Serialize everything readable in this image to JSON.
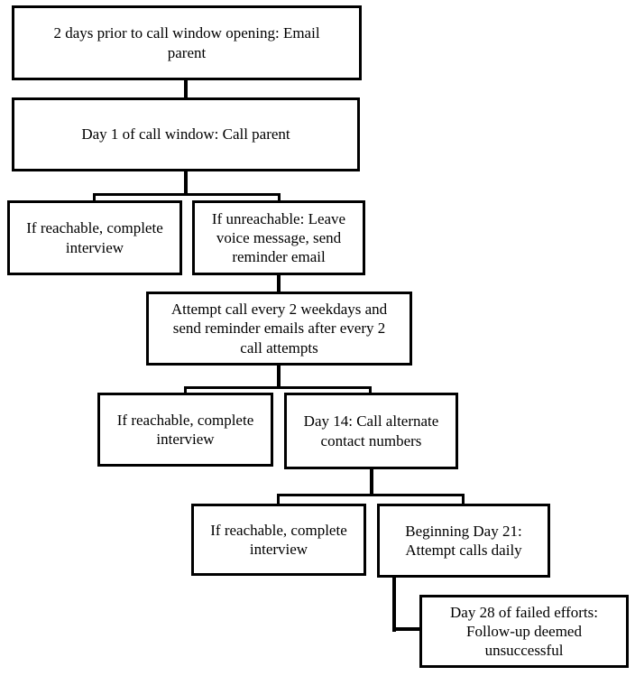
{
  "colors": {
    "background": "#ffffff",
    "box_border": "#000000",
    "text": "#000000",
    "connector": "#000000"
  },
  "nodes": {
    "email_parent": {
      "text": "2 days prior to call window opening: Email\nparent"
    },
    "day1_call": {
      "text": "Day 1 of call window: Call parent"
    },
    "reachable_1": {
      "text": "If reachable, complete\ninterview"
    },
    "unreachable_1": {
      "text": "If unreachable: Leave\nvoice message, send\nreminder email"
    },
    "attempt_every_2": {
      "text": "Attempt call every 2 weekdays and\nsend reminder emails after every 2\ncall attempts"
    },
    "reachable_2": {
      "text": "If reachable, complete\ninterview"
    },
    "day14_alternate": {
      "text": "Day 14: Call alternate\ncontact numbers"
    },
    "reachable_3": {
      "text": "If reachable, complete\ninterview"
    },
    "day21_daily": {
      "text": "Beginning Day 21:\nAttempt calls daily"
    },
    "day28_unsuccessful": {
      "text": "Day 28 of failed efforts:\nFollow-up deemed\nunsuccessful"
    }
  }
}
